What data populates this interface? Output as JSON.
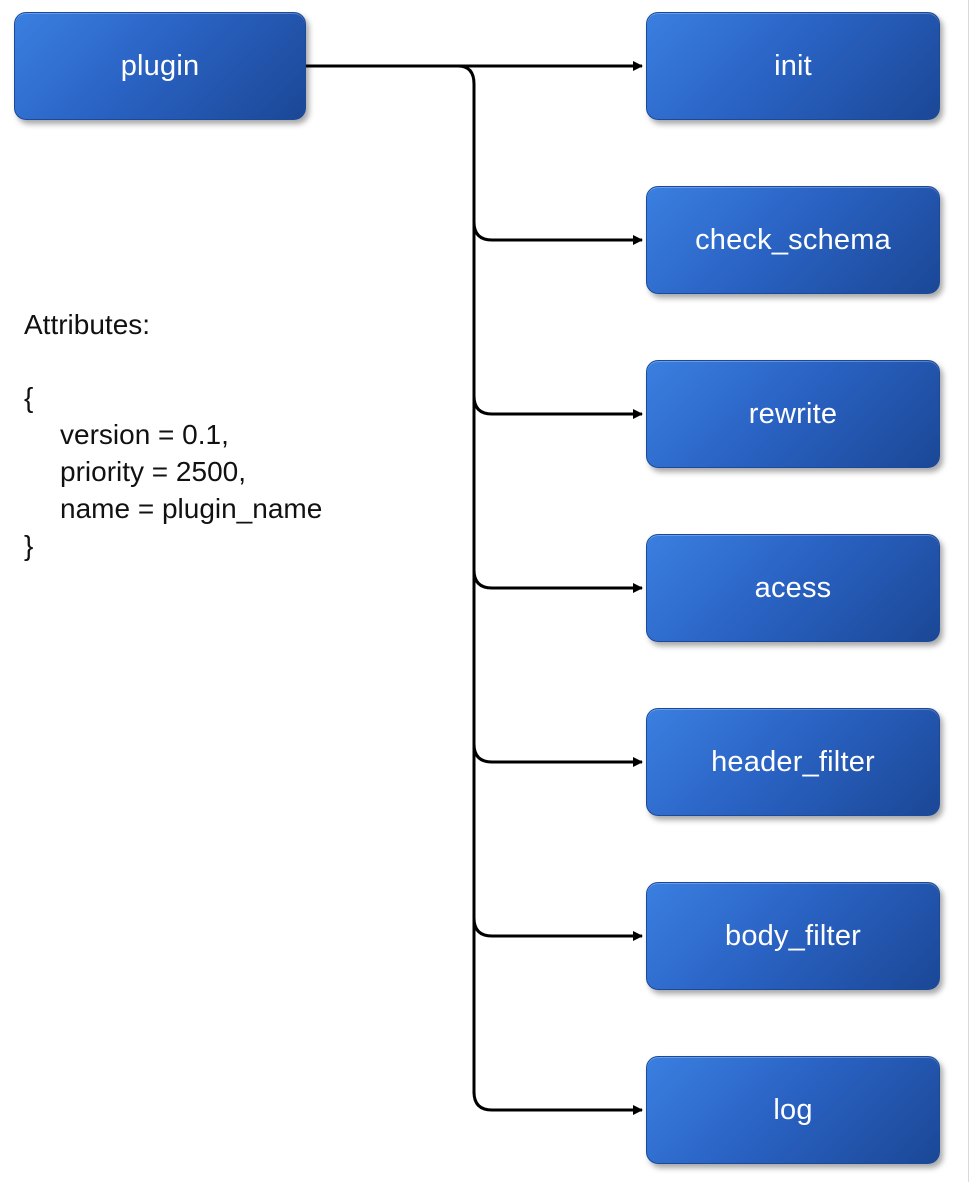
{
  "diagram": {
    "source": {
      "label": "plugin"
    },
    "targets": [
      {
        "label": "init"
      },
      {
        "label": "check_schema"
      },
      {
        "label": "rewrite"
      },
      {
        "label": "acess"
      },
      {
        "label": "header_filter"
      },
      {
        "label": "body_filter"
      },
      {
        "label": "log"
      }
    ],
    "colors": {
      "node_fill": "#2a63c4",
      "node_text": "#ffffff",
      "connector": "#000000"
    }
  },
  "attributes": {
    "heading": "Attributes:",
    "open_brace": "{",
    "lines": [
      "version = 0.1,",
      "priority = 2500,",
      "name = plugin_name"
    ],
    "close_brace": "}"
  }
}
